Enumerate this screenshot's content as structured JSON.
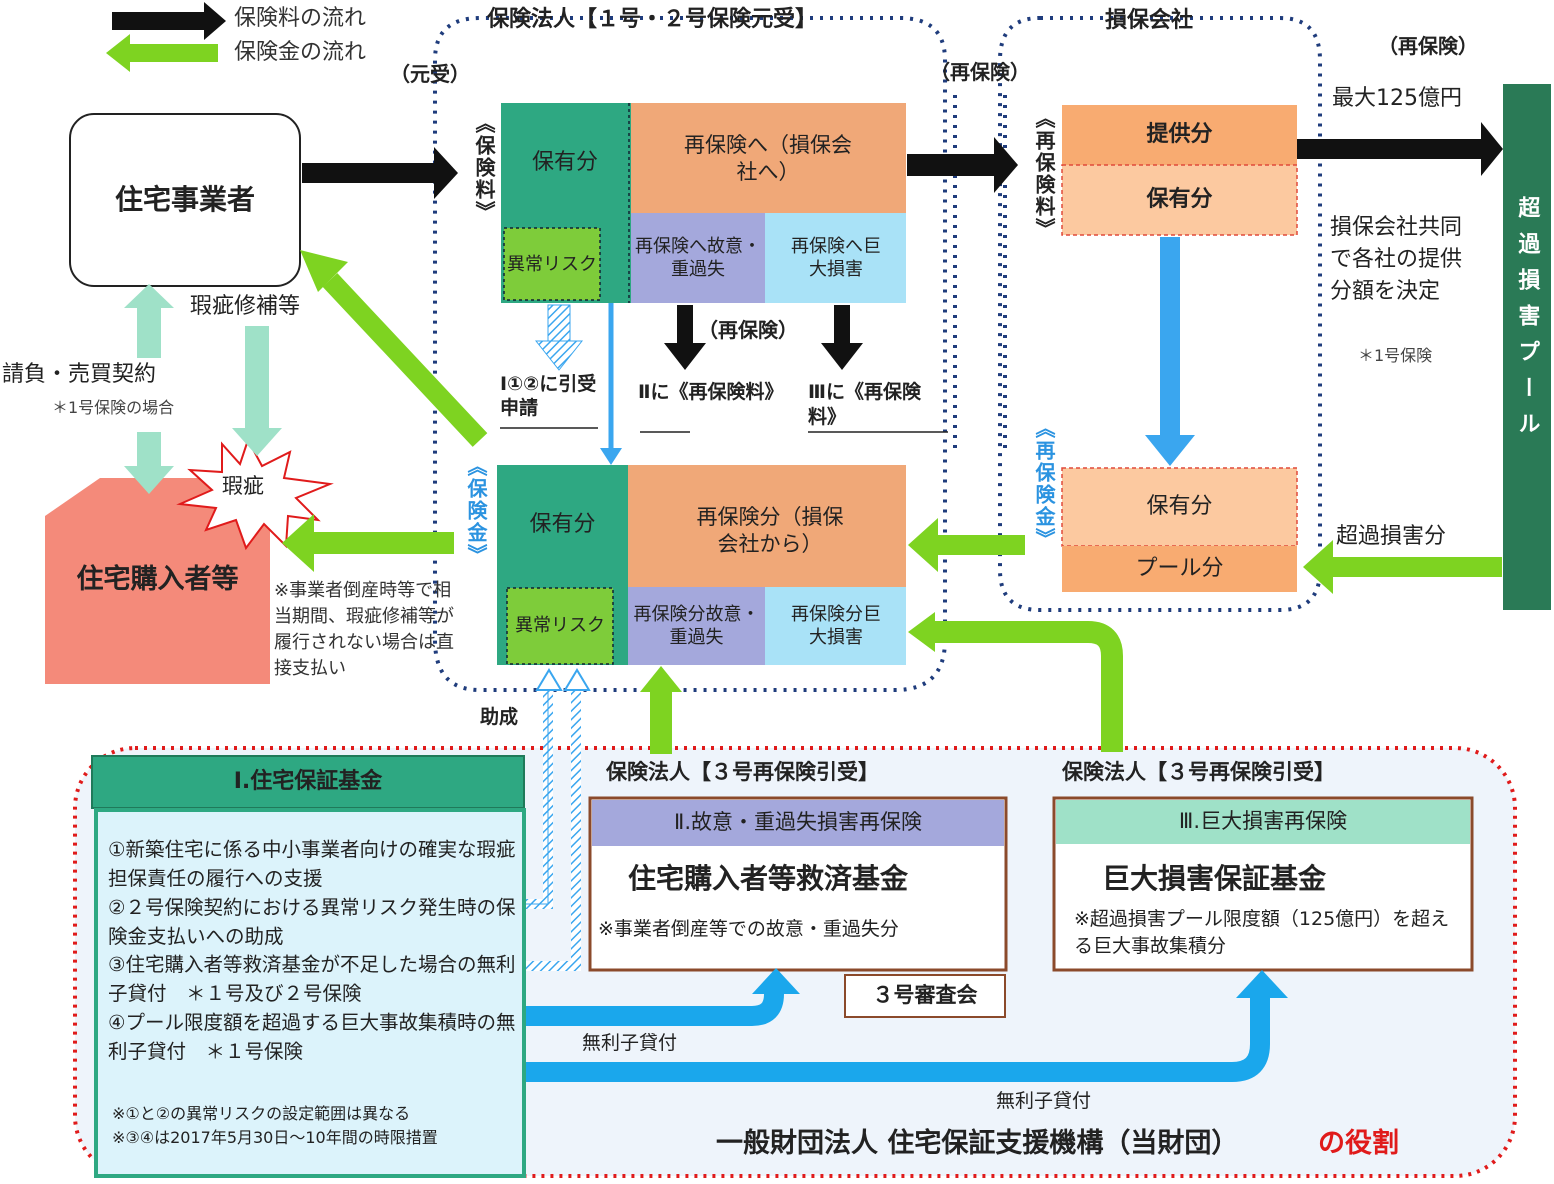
{
  "legend": {
    "premium_flow": "保険料の流れ",
    "claim_flow": "保険金の流れ"
  },
  "colors": {
    "black_arrow": "#111111",
    "green_arrow": "#7ed321",
    "blue_arrow": "#3aa6ef",
    "teal_box": "#2ea882",
    "orange_box": "#f0a878",
    "light_orange": "#fcc9a0",
    "purple_box": "#a4a8dc",
    "light_blue_box": "#a9e2f7",
    "lime_box": "#7ecc3a",
    "pink_box": "#f48a7a",
    "dark_green_bar": "#2a7a56",
    "navy_dots": "#1f3c7c",
    "red_dots": "#e01b1b"
  },
  "insurer": {
    "title": "保険法人【１号・２号保険元受】",
    "label_motouke": "（元受）",
    "label_reinsurance": "（再保険）",
    "premium_label": "《保険料》",
    "claim_label": "《保険金》",
    "upper": {
      "retained": "保有分",
      "abnormal_risk": "異常リスク",
      "to_reinsurance": "再保険へ（損保会社へ）",
      "to_intent": "再保険へ故意・重過失",
      "to_huge": "再保険へ巨大損害"
    },
    "lower": {
      "retained": "保有分",
      "abnormal_risk": "異常リスク",
      "reinsured": "再保険分（損保会社から）",
      "reinsured_intent": "再保険分故意・重過失",
      "reinsured_huge": "再保険分巨大損害"
    },
    "mid_reinsurance": "（再保険）",
    "apply_to_I": "Ⅰ①②に引受申請",
    "to_II": "Ⅱに《再保険料》",
    "to_III": "Ⅲに《再保険料》",
    "subsidy": "助成"
  },
  "nonlife": {
    "title": "損保会社",
    "premium_label": "《再保険料》",
    "claim_label": "《再保険金》",
    "provided": "提供分",
    "retained_top": "保有分",
    "retained_bottom": "保有分",
    "pool_share": "プール分"
  },
  "pool": {
    "reinsurance": "（再保険）",
    "max_amount": "最大125億円",
    "note": "損保会社共同で各社の提供分額を決定",
    "note_sub": "＊1号保険",
    "excess": "超過損害分",
    "bar_label": "超過損害プール"
  },
  "builder": {
    "name": "住宅事業者",
    "defect_repair": "瑕疵修補等",
    "contract": "請負・売買契約",
    "contract_note": "＊1号保険の場合"
  },
  "buyer": {
    "name": "住宅購入者等",
    "defect": "瑕疵",
    "direct_note": "※事業者倒産時等で相当期間、瑕疵修補等が履行されない場合は直接支払い"
  },
  "org": {
    "name": "一般財団法人 住宅保証支援機構（当財団）",
    "role": "の役割",
    "fund_I": {
      "title": "Ⅰ.住宅保証基金",
      "items": [
        "①新築住宅に係る中小事業者向けの確実な瑕疵担保責任の履行への支援",
        "②２号保険契約における異常リスク発生時の保険金支払いへの助成",
        "③住宅購入者等救済基金が不足した場合の無利子貸付　＊１号及び２号保険",
        "④プール限度額を超過する巨大事故集積時の無利子貸付　＊１号保険"
      ],
      "note1": "※①と②の異常リスクの設定範囲は異なる",
      "note2": "※③④は2017年5月30日～10年間の時限措置"
    },
    "fund_II": {
      "insurer": "保険法人【３号再保険引受】",
      "bar": "Ⅱ.故意・重過失損害再保険",
      "name": "住宅購入者等救済基金",
      "note": "※事業者倒産等での故意・重過失分",
      "committee": "３号審査会"
    },
    "fund_III": {
      "insurer": "保険法人【３号再保険引受】",
      "bar": "Ⅲ.巨大損害再保険",
      "name": "巨大損害保証基金",
      "note": "※超過損害プール限度額（125億円）を超える巨大事故集積分"
    },
    "loan1": "無利子貸付",
    "loan2": "無利子貸付"
  }
}
